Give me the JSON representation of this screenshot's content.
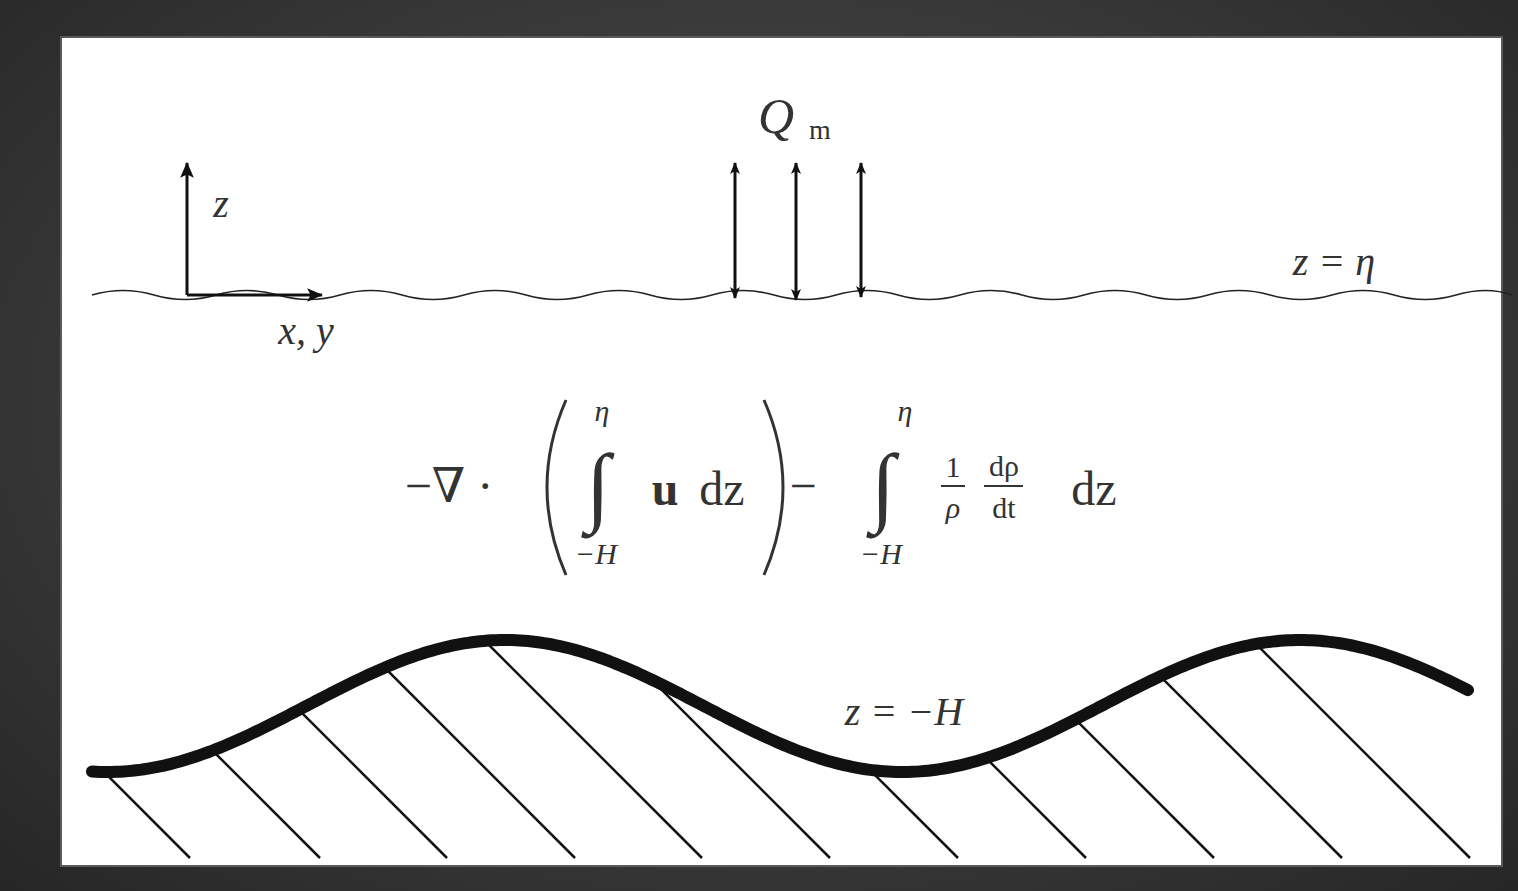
{
  "diagram": {
    "labels": [
      "Q",
      "m",
      "z",
      "x, y",
      "z = η",
      "−∇ ·",
      "∫",
      "η",
      "−H",
      "u",
      "dz",
      "−",
      "∫",
      "η",
      "−H",
      "1",
      "ρ",
      "dρ",
      "dt",
      "dz",
      "z = −H"
    ]
  }
}
